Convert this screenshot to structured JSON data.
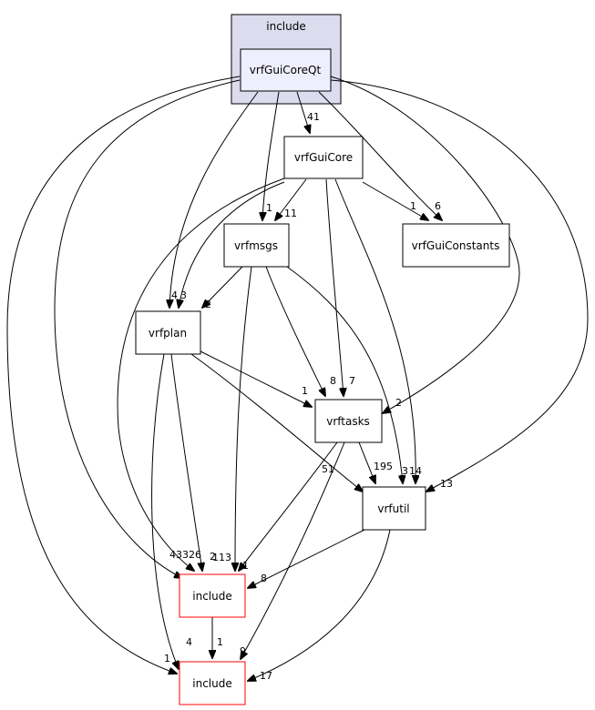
{
  "cluster": {
    "title": "include"
  },
  "nodes": {
    "vrfGuiCoreQt": {
      "label": "vrfGuiCoreQt",
      "style": "focus"
    },
    "vrfGuiCore": {
      "label": "vrfGuiCore",
      "style": "normal"
    },
    "vrfGuiConstants": {
      "label": "vrfGuiConstants",
      "style": "normal"
    },
    "vrfmsgs": {
      "label": "vrfmsgs",
      "style": "normal"
    },
    "vrfplan": {
      "label": "vrfplan",
      "style": "normal"
    },
    "vrftasks": {
      "label": "vrftasks",
      "style": "normal"
    },
    "vrfutil": {
      "label": "vrfutil",
      "style": "normal"
    },
    "include_a": {
      "label": "include",
      "style": "external"
    },
    "include_b": {
      "label": "include",
      "style": "external"
    }
  },
  "edges": [
    {
      "from": "vrfGuiCoreQt",
      "to": "vrfGuiCore",
      "label": "41"
    },
    {
      "from": "vrfGuiCoreQt",
      "to": "vrfGuiConstants",
      "label": "6"
    },
    {
      "from": "vrfGuiCoreQt",
      "to": "vrfmsgs",
      "label": "1"
    },
    {
      "from": "vrfGuiCoreQt",
      "to": "vrfplan",
      "label": "3"
    },
    {
      "from": "vrfGuiCoreQt",
      "to": "vrftasks",
      "label": "2"
    },
    {
      "from": "vrfGuiCoreQt",
      "to": "vrfutil",
      "label": "13"
    },
    {
      "from": "vrfGuiCoreQt",
      "to": "include_a",
      "label": "43"
    },
    {
      "from": "vrfGuiCoreQt",
      "to": "include_b",
      "label": "1"
    },
    {
      "from": "vrfGuiCore",
      "to": "vrfGuiConstants",
      "label": "1"
    },
    {
      "from": "vrfGuiCore",
      "to": "vrfmsgs",
      "label": "11"
    },
    {
      "from": "vrfGuiCore",
      "to": "vrfplan",
      "label": "4"
    },
    {
      "from": "vrfGuiCore",
      "to": "vrftasks",
      "label": "7"
    },
    {
      "from": "vrfGuiCore",
      "to": "vrfutil",
      "label": "14"
    },
    {
      "from": "vrfGuiCore",
      "to": "include_a",
      "label": "326"
    },
    {
      "from": "vrfmsgs",
      "to": "vrfplan",
      "label": "2"
    },
    {
      "from": "vrfmsgs",
      "to": "vrftasks",
      "label": "8"
    },
    {
      "from": "vrfmsgs",
      "to": "vrfutil",
      "label": "3"
    },
    {
      "from": "vrfmsgs",
      "to": "include_a",
      "label": "113"
    },
    {
      "from": "vrfplan",
      "to": "vrftasks",
      "label": "1"
    },
    {
      "from": "vrfplan",
      "to": "vrfutil",
      "label": "51"
    },
    {
      "from": "vrfplan",
      "to": "include_a",
      "label": "2"
    },
    {
      "from": "vrfplan",
      "to": "include_b",
      "label": "4"
    },
    {
      "from": "vrftasks",
      "to": "vrfutil",
      "label": "195"
    },
    {
      "from": "vrftasks",
      "to": "include_a",
      "label": "1"
    },
    {
      "from": "vrftasks",
      "to": "include_b",
      "label": "9"
    },
    {
      "from": "vrfutil",
      "to": "include_a",
      "label": "8"
    },
    {
      "from": "vrfutil",
      "to": "include_b",
      "label": "17"
    },
    {
      "from": "include_a",
      "to": "include_b",
      "label": "1"
    }
  ],
  "colors": {
    "cluster_fill": "#dcdcee",
    "cluster_stroke": "#000000",
    "focus_fill": "#eeeeff",
    "focus_stroke": "#000000",
    "node_fill": "#ffffff",
    "node_stroke": "#000000",
    "external_stroke": "#ff0000",
    "edge": "#000000"
  }
}
